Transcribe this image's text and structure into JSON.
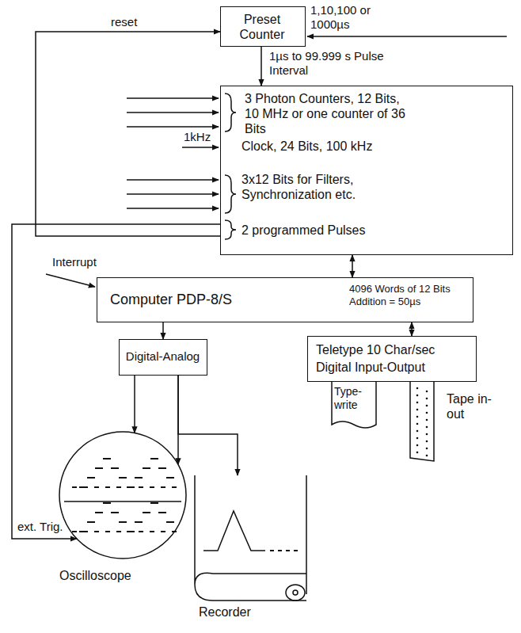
{
  "diagram": {
    "nodes": [
      {
        "text": [
          "Preset Counter"
        ]
      },
      {
        "text": [
          "3 Photon Counters, 12 Bits, 10 MHz or one counter of 36 Bits",
          "Clock, 24 Bits, 100 kHz",
          "3x12 Bits for Filters, Synchronization etc.",
          "2 programmed Pulses"
        ]
      },
      {
        "text": [
          "Computer PDP-8/S",
          "4096 Words of 12 Bits Addition = 50µs"
        ]
      },
      {
        "text": [
          "Digital-Analog"
        ]
      },
      {
        "text": [
          "Teletype 10 Char/sec",
          "Digital Input-Output"
        ]
      },
      {
        "text": [
          "Type-write"
        ]
      },
      {
        "text": [
          "Tape in-out"
        ]
      },
      {
        "text": [
          "Oscilloscope"
        ]
      },
      {
        "text": [
          "Recorder"
        ]
      }
    ],
    "edges": [
      {
        "from": 0,
        "to": 1,
        "label": "1µs to 99.999 s Pulse Interval",
        "arrow": "to"
      },
      {
        "from": 1,
        "to": 0,
        "label": "reset",
        "arrow": "to"
      },
      {
        "from": 1,
        "to": 7,
        "label": "ext. Trig.",
        "arrow": "to"
      },
      {
        "from": 1,
        "to": 2,
        "arrow": "both"
      },
      {
        "from": 2,
        "to": 3,
        "arrow": "to"
      },
      {
        "from": 2,
        "to": 4,
        "arrow": "both"
      },
      {
        "from": 3,
        "to": 7,
        "arrow": "to"
      },
      {
        "from": 3,
        "to": 7,
        "arrow": "to"
      },
      {
        "from": 3,
        "to": 8,
        "arrow": "to"
      }
    ],
    "labels": [
      "1,10,100 or 1000µs",
      "1kHz",
      "Interrupt"
    ]
  }
}
